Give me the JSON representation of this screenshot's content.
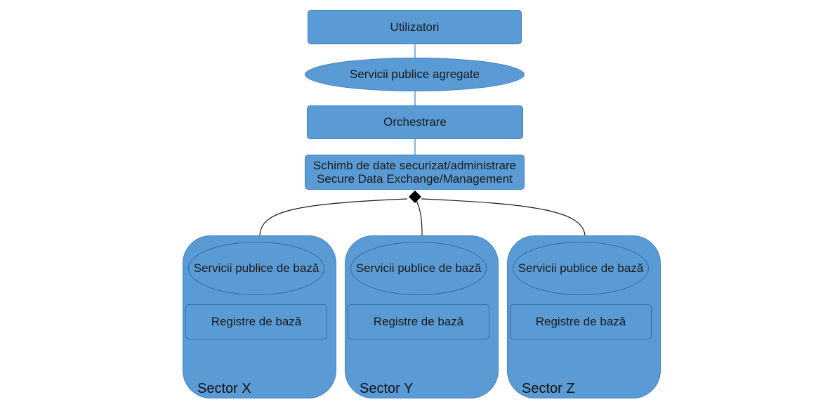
{
  "colors": {
    "fill": "#5b9bd5",
    "border": "#3f7fbf",
    "connector": "#1a1a1a"
  },
  "nodes": {
    "users": "Utilizatori",
    "aggregated_services": "Servicii publice agregate",
    "orchestration": "Orchestrare",
    "exchange_line1": "Schimb de date securizat/administrare",
    "exchange_line2": "Secure Data Exchange/Management"
  },
  "sectors": [
    {
      "label": "Sector X",
      "service": "Servicii publice de bază",
      "registry": "Registre de bază"
    },
    {
      "label": "Sector Y",
      "service": "Servicii publice de bază",
      "registry": "Registre de bază"
    },
    {
      "label": "Sector Z",
      "service": "Servicii publice de bază",
      "registry": "Registre de bază"
    }
  ]
}
